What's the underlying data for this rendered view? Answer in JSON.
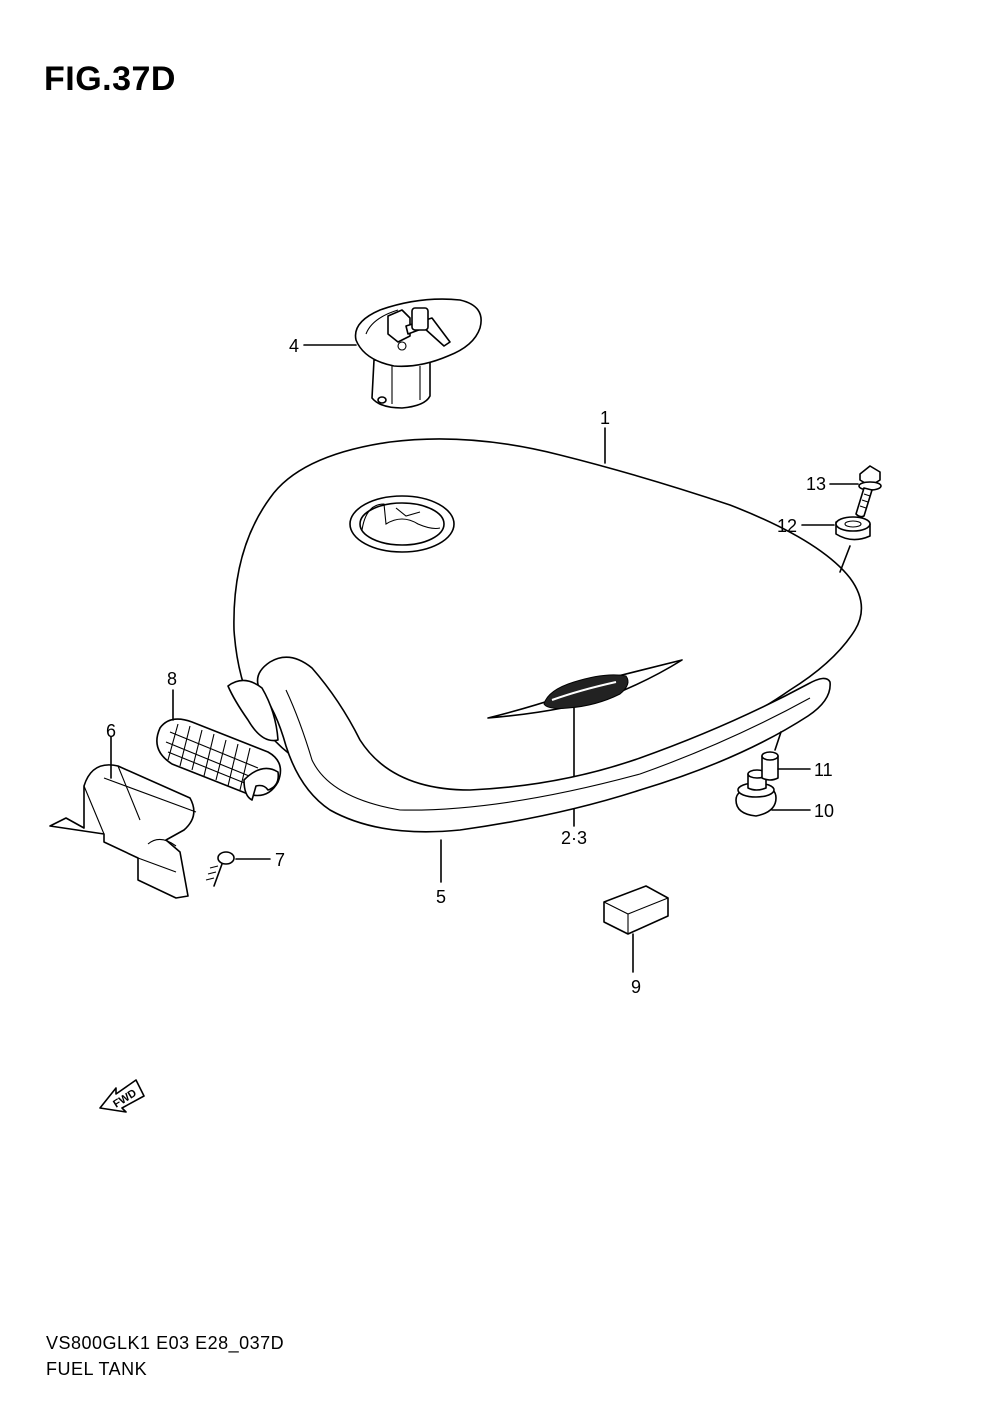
{
  "header": {
    "figure_title": "FIG.37D"
  },
  "footer": {
    "model_code": "VS800GLK1 E03 E28_037D",
    "section_name": "FUEL TANK"
  },
  "fwd_arrow": {
    "label": "FWD"
  },
  "callouts": {
    "c1": "1",
    "c23": "2·3",
    "c4": "4",
    "c5": "5",
    "c6": "6",
    "c7": "7",
    "c8": "8",
    "c9": "9",
    "c10": "10",
    "c11": "11",
    "c12": "12",
    "c13": "13"
  }
}
